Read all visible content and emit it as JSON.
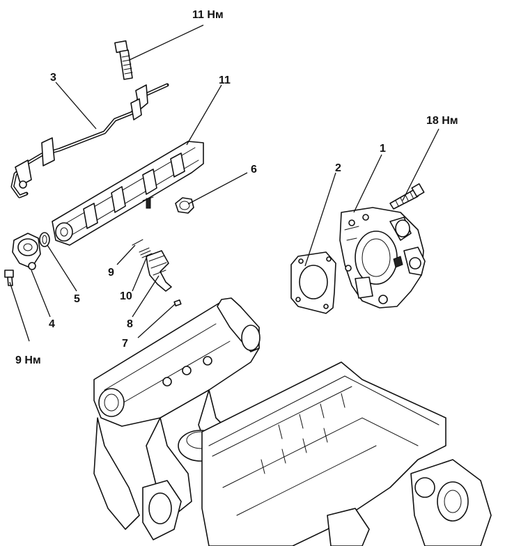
{
  "labels": {
    "torque_rail_bolt": "11 Нм",
    "torque_throttle_bolt": "18 Нм",
    "torque_regulator_bolt": "9 Нм",
    "part_1": "1",
    "part_2": "2",
    "part_3": "3",
    "part_4": "4",
    "part_5": "5",
    "part_6": "6",
    "part_7": "7",
    "part_8": "8",
    "part_9": "9",
    "part_10": "10",
    "part_11": "11"
  }
}
